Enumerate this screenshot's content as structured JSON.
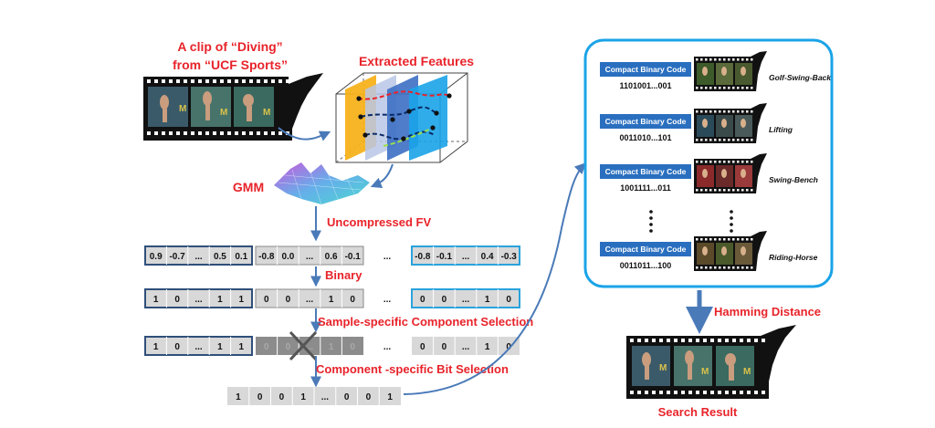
{
  "clip_caption": {
    "line1": "A clip of “Diving”",
    "line2": "from “UCF Sports”"
  },
  "features_title": "Extracted Features",
  "gmm_label": "GMM",
  "uncompressed_label": "Uncompressed FV",
  "fv_values": {
    "left": [
      "0.9",
      "-0.7",
      "...",
      "0.5",
      "0.1"
    ],
    "middle": [
      "-0.8",
      "0.0",
      "...",
      "0.6",
      "-0.1"
    ],
    "right": [
      "-0.8",
      "-0.1",
      "...",
      "0.4",
      "-0.3"
    ]
  },
  "binary_label": "Binary",
  "binary_values": {
    "left": [
      "1",
      "0",
      "...",
      "1",
      "1"
    ],
    "middle": [
      "0",
      "0",
      "...",
      "1",
      "0"
    ],
    "right": [
      "0",
      "0",
      "...",
      "1",
      "0"
    ]
  },
  "ellipsis": "...",
  "component_selection_label": "Sample-specific Component Selection",
  "selected_values": {
    "left": [
      "1",
      "0",
      "...",
      "1",
      "1"
    ],
    "middle": [
      "0",
      "0",
      "...",
      "1",
      "0"
    ],
    "right": [
      "0",
      "0",
      "...",
      "1",
      "0"
    ]
  },
  "bit_selection_label": "Component -specific Bit Selection",
  "final_bits": [
    "1",
    "0",
    "0",
    "1",
    "...",
    "0",
    "0",
    "1"
  ],
  "database": {
    "entries": [
      {
        "badge": "Compact Binary Code",
        "code": "1101001...001",
        "label": "Golf-Swing-Back"
      },
      {
        "badge": "Compact Binary Code",
        "code": "0011010...101",
        "label": "Lifting"
      },
      {
        "badge": "Compact Binary Code",
        "code": "1001111...011",
        "label": "Swing-Bench"
      },
      {
        "badge": "Compact Binary Code",
        "code": "0011011...100",
        "label": "Riding-Horse"
      }
    ]
  },
  "hamming_label": "Hamming Distance",
  "search_result_label": "Search Result",
  "colors": {
    "accent_red": "#e8232a",
    "arrow_blue": "#4a7ab8",
    "dark_blue": "#2f4f7a",
    "light_blue": "#29a3dc",
    "badge_blue": "#2a6fbf"
  }
}
